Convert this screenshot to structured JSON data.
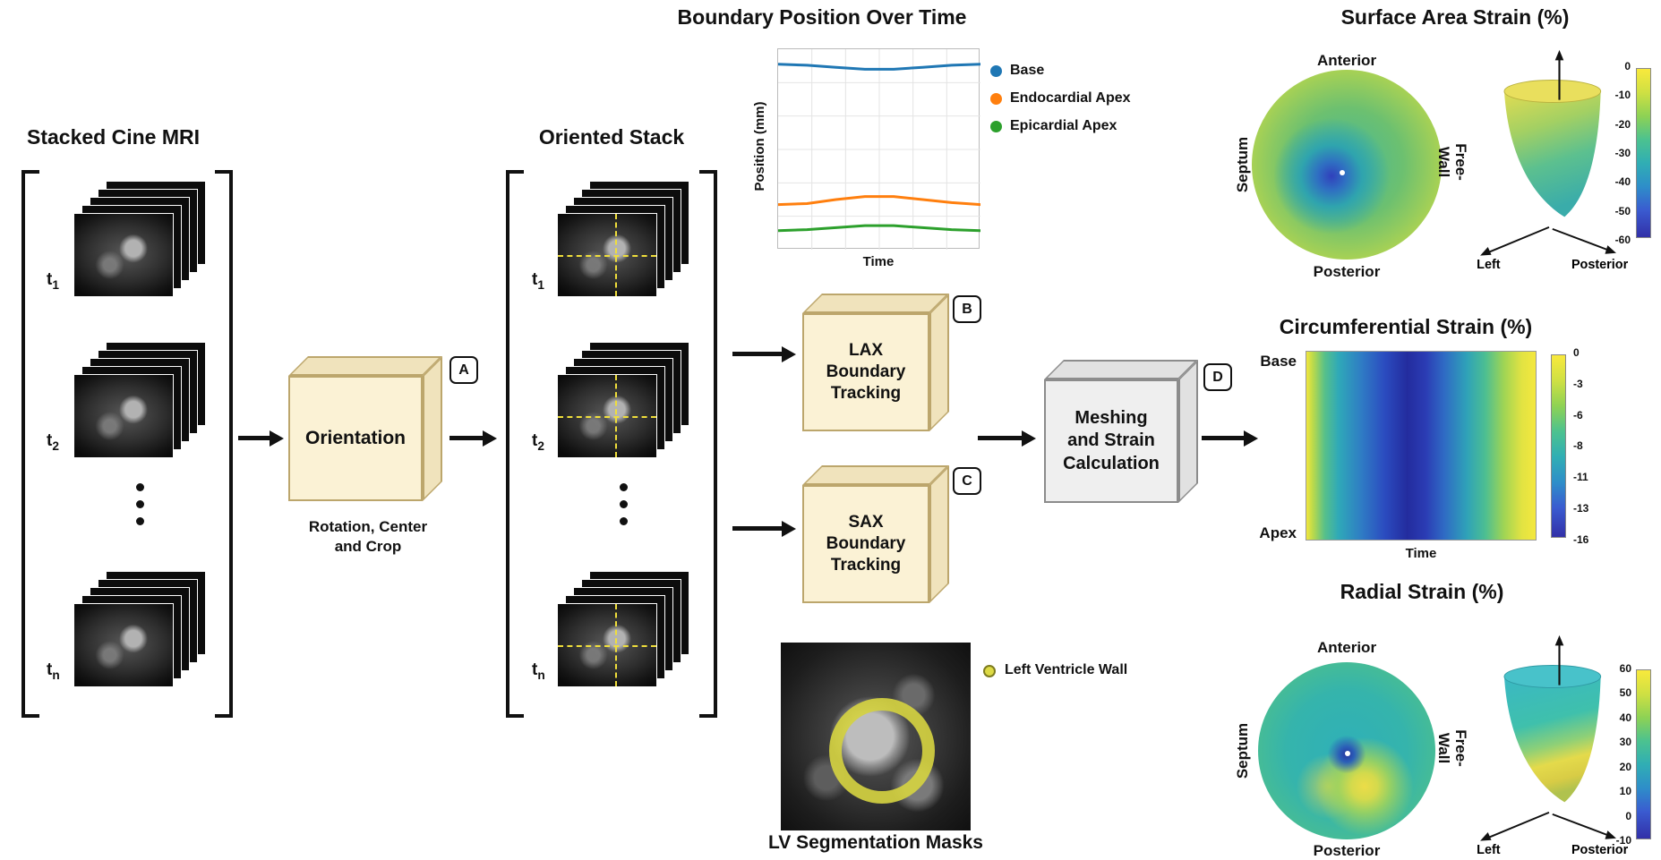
{
  "theme": {
    "box-fill": "#FBF2D5",
    "box-shade": "#F0E3BC",
    "box-edge": "#BCA66C",
    "gray-fill": "#EFEFEF",
    "gray-shade": "#E1E1E1",
    "gray-edge": "#8C8C8C",
    "lv-wall": "#D4D141",
    "accent-yellow": "#EFDE3B"
  },
  "figure": {
    "left_stack": {
      "title": "Stacked Cine MRI",
      "t_labels": [
        {
          "base": "t",
          "sub": "1"
        },
        {
          "base": "t",
          "sub": "2"
        },
        {
          "base": "t",
          "sub": "n"
        }
      ]
    },
    "orientation": {
      "label": "Orientation",
      "caption_line1": "Rotation, Center",
      "caption_line2": "and Crop",
      "badge": "A"
    },
    "oriented_stack": {
      "title": "Oriented Stack",
      "t_labels": [
        {
          "base": "t",
          "sub": "1"
        },
        {
          "base": "t",
          "sub": "2"
        },
        {
          "base": "t",
          "sub": "n"
        }
      ]
    },
    "lax_box": {
      "line1": "LAX",
      "line2": "Boundary",
      "line3": "Tracking",
      "badge": "B"
    },
    "sax_box": {
      "line1": "SAX",
      "line2": "Boundary",
      "line3": "Tracking",
      "badge": "C"
    },
    "meshing_box": {
      "line1": "Meshing",
      "line2": "and Strain",
      "line3": "Calculation",
      "badge": "D"
    },
    "segmentation": {
      "title": "LV Segmentation Masks",
      "legend_label": "Left Ventricle Wall",
      "legend_color": "#DDDA45"
    }
  },
  "boundary_chart": {
    "title": "Boundary Position Over Time",
    "ylabel": "Position (mm)",
    "xlabel": "Time",
    "legend": [
      {
        "label": "Base",
        "color": "#1F77B4"
      },
      {
        "label": "Endocardial Apex",
        "color": "#FF7F0E"
      },
      {
        "label": "Epicardial Apex",
        "color": "#2CA02C"
      }
    ]
  },
  "chart_data": {
    "type": "line",
    "title": "Boundary Position Over Time",
    "xlabel": "Time",
    "ylabel": "Position (mm)",
    "grid": true,
    "legend_position": "right",
    "x": [
      0,
      1,
      2,
      3,
      4,
      5,
      6,
      7
    ],
    "y_axis_normalized": true,
    "series": [
      {
        "name": "Base",
        "color": "#1F77B4",
        "values": [
          0.925,
          0.92,
          0.91,
          0.9,
          0.9,
          0.91,
          0.92,
          0.925
        ]
      },
      {
        "name": "Endocardial Apex",
        "color": "#FF7F0E",
        "values": [
          0.225,
          0.23,
          0.25,
          0.265,
          0.265,
          0.25,
          0.235,
          0.225
        ]
      },
      {
        "name": "Epicardial Apex",
        "color": "#2CA02C",
        "values": [
          0.095,
          0.1,
          0.11,
          0.12,
          0.12,
          0.11,
          0.1,
          0.095
        ]
      }
    ]
  },
  "surface_strain": {
    "title": "Surface Area Strain (%)",
    "label_top": "Anterior",
    "label_bottom": "Posterior",
    "label_left": "Septum",
    "label_right_line1": "Free-",
    "label_right_line2": "Wall",
    "axis_left": "Left",
    "axis_right": "Posterior",
    "colorbar_ticks": [
      "0",
      "-10",
      "-20",
      "-30",
      "-40",
      "-50",
      "-60"
    ]
  },
  "circumferential_strain": {
    "title": "Circumferential Strain (%)",
    "label_top_left": "Base",
    "label_bottom_left": "Apex",
    "xlabel": "Time",
    "colorbar_ticks": [
      "0",
      "-3",
      "-6",
      "-8",
      "-11",
      "-13",
      "-16"
    ]
  },
  "radial_strain": {
    "title": "Radial Strain (%)",
    "label_top": "Anterior",
    "label_bottom": "Posterior",
    "label_left": "Septum",
    "label_right_line1": "Free-",
    "label_right_line2": "Wall",
    "axis_left": "Left",
    "axis_right": "Posterior",
    "colorbar_ticks": [
      "60",
      "50",
      "40",
      "30",
      "20",
      "10",
      "0",
      "-10"
    ]
  }
}
